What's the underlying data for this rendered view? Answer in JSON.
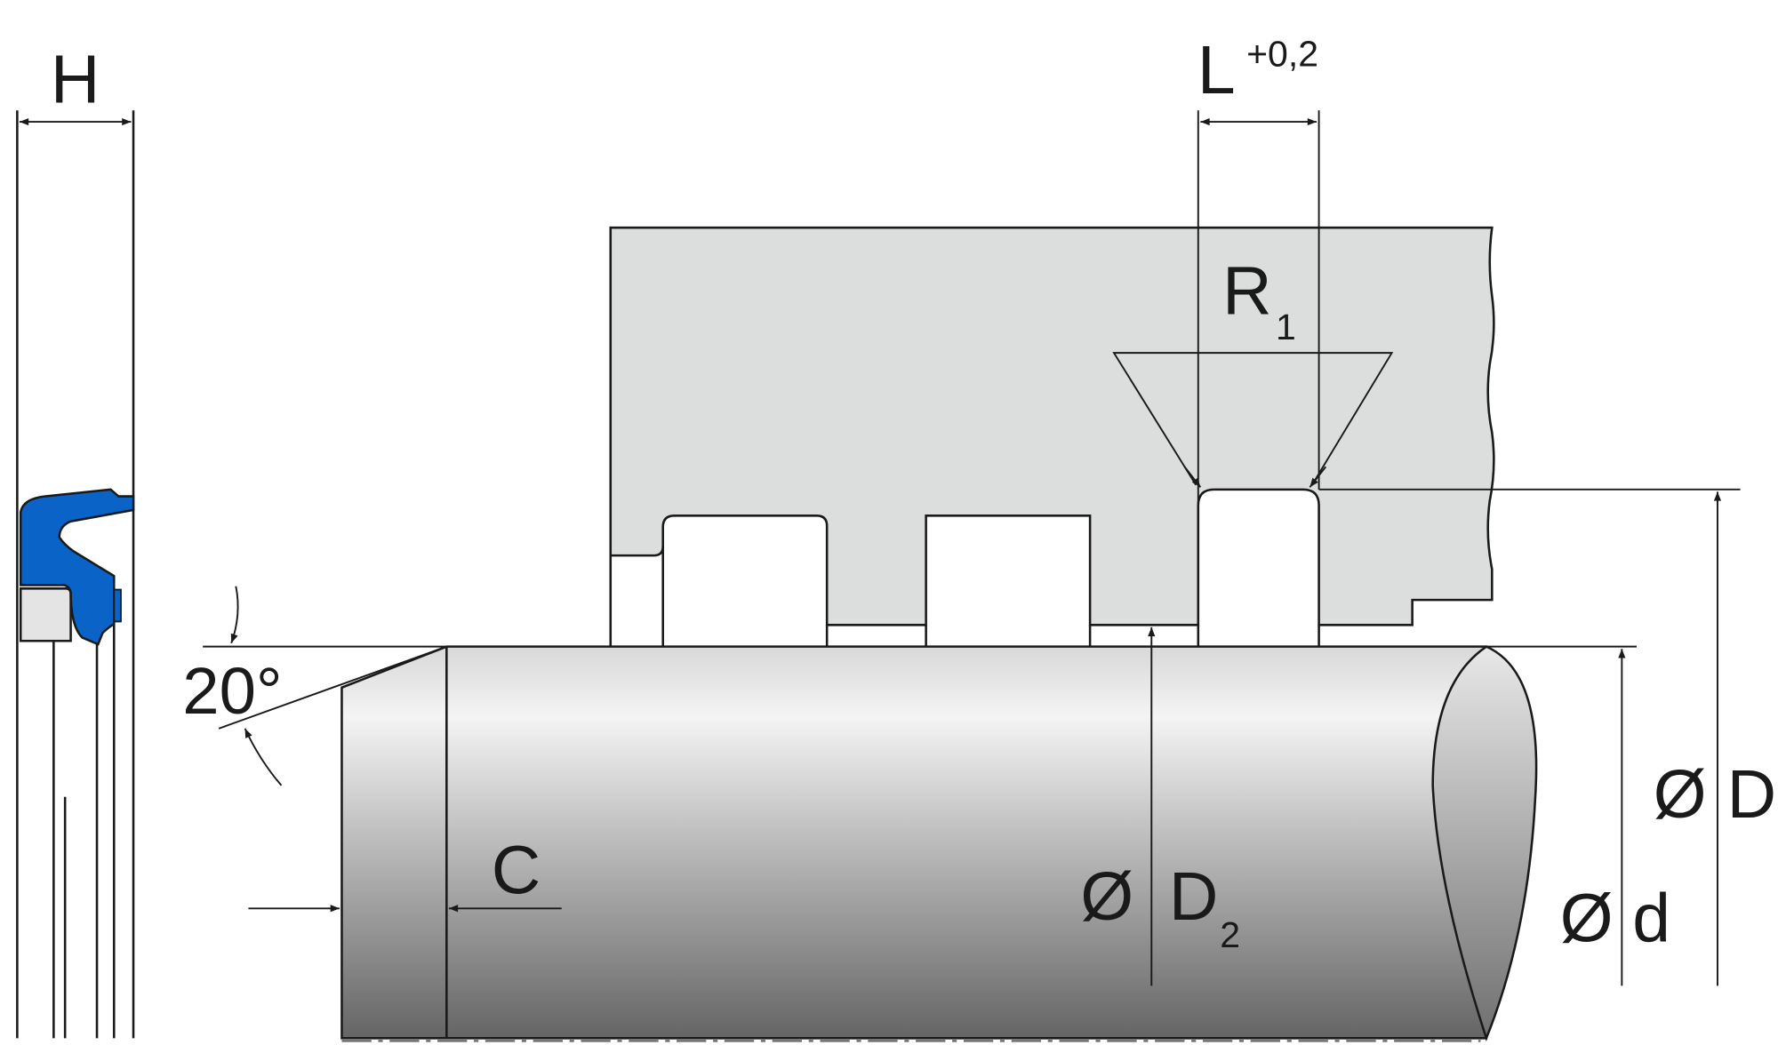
{
  "labels": {
    "height": "H",
    "groove_length": "L",
    "groove_length_tolerance": "+0,2",
    "radius": "R",
    "radius_sub": "1",
    "chamfer_angle": "20°",
    "chamfer_length": "C",
    "diameter_symbol": "Ø",
    "groove_diameter": "D",
    "groove_diameter_sub": "2",
    "bore_diameter": "D",
    "rod_diameter": "d"
  },
  "colors": {
    "seal": "#0a64c8",
    "housing": "#dcdddd",
    "backup_ring": "#e4e4e4"
  }
}
